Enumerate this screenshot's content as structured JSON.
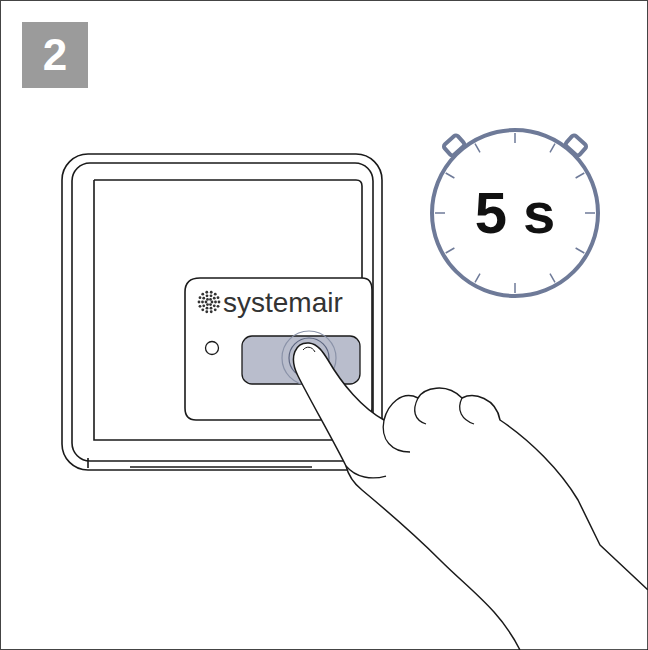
{
  "diagram": {
    "nodes": [
      {
        "text": [
          "2"
        ]
      },
      {
        "text": [
          "5 s"
        ]
      },
      {
        "text": [
          "systemair"
        ]
      }
    ]
  }
}
